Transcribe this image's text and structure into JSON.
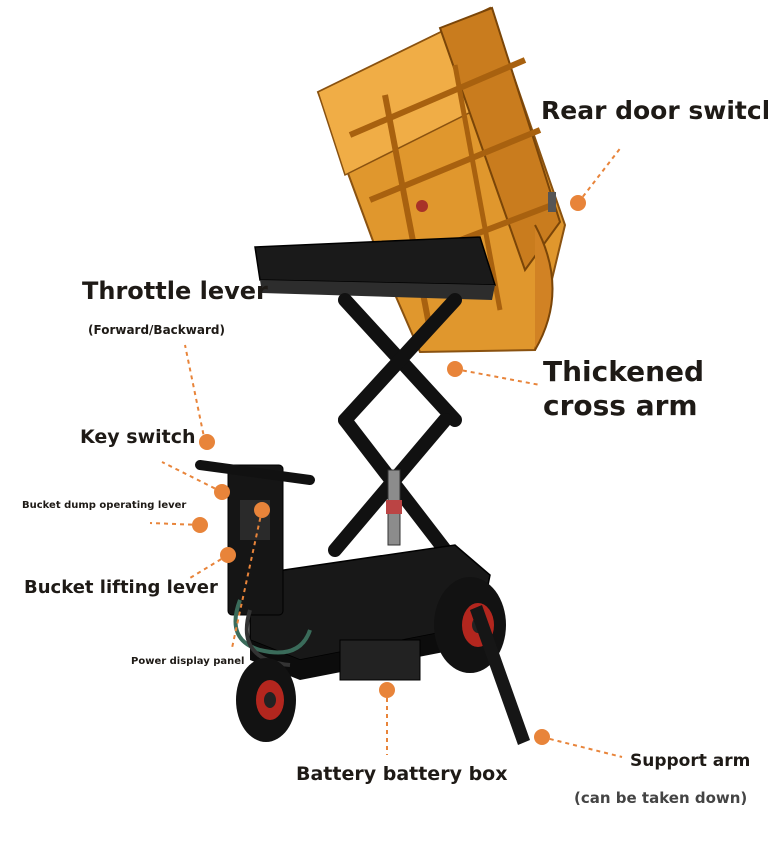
{
  "labels": {
    "rear_door_switch": "Rear door switch",
    "throttle_lever": "Throttle lever",
    "throttle_sub": "(Forward/Backward)",
    "thickened_cross_arm_1": "Thickened",
    "thickened_cross_arm_2": "cross arm",
    "key_switch": "Key switch",
    "bucket_dump_lever": "Bucket dump operating lever",
    "bucket_lifting_lever": "Bucket lifting lever",
    "power_display_panel": "Power display panel",
    "battery_box": "Battery battery box",
    "support_arm": "Support arm",
    "support_arm_note": "(can be taken down)"
  },
  "colors": {
    "bucket": "#e0972d",
    "bucket_dark": "#b86f16",
    "frame": "#141414",
    "marker": "#e8843a",
    "leader": "#e8843a",
    "text": "#1e1a16"
  },
  "icons": {
    "marker": "callout-dot",
    "wheel": "wheel-icon"
  }
}
